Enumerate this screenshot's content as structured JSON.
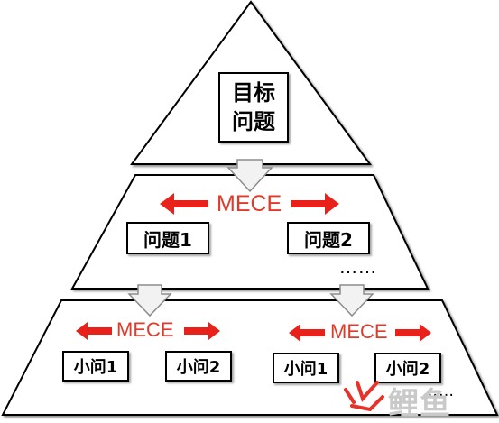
{
  "colors": {
    "mece_text": "#e23a2a",
    "arrow": "#e8211b",
    "outline": "#000000",
    "down_arrow_fill": "#f2f2f2",
    "down_arrow_stroke": "#8c8c8c",
    "watermark_red": "#e7322a",
    "watermark_grey": "#c9c9c9"
  },
  "top": {
    "goal": "目标问题",
    "goal_line1": "目标",
    "goal_line2": "问题"
  },
  "middle": {
    "mece_label": "MECE",
    "problem1": "问题1",
    "problem2": "问题2",
    "ellipsis": "……"
  },
  "bottom_left": {
    "mece_label": "MECE",
    "sub1": "小问1",
    "sub2": "小问2"
  },
  "bottom_right": {
    "mece_label": "MECE",
    "sub1": "小问1",
    "sub2": "小问2",
    "ellipsis": "……"
  },
  "watermark": {
    "text": "鲤鱼",
    "logo_icon": "lingyu-logo-icon"
  }
}
